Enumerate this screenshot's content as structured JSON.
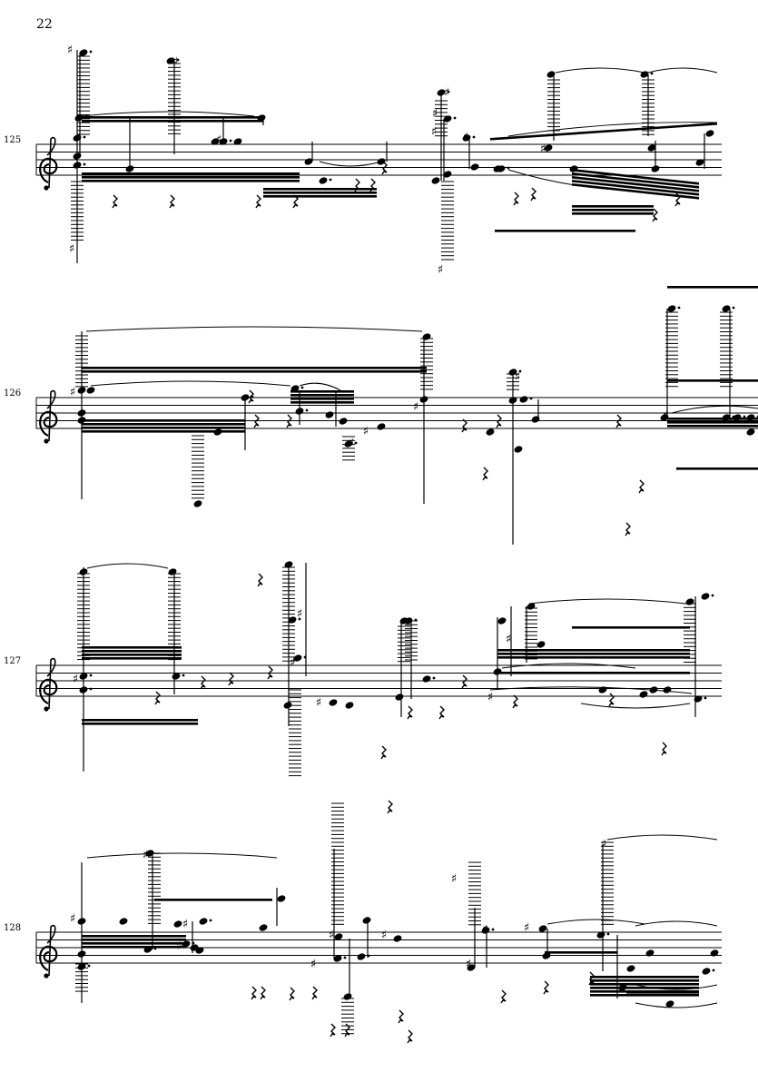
{
  "page": {
    "page_number": "22",
    "clef": "treble",
    "systems": [
      {
        "measure_number": "125"
      },
      {
        "measure_number": "126"
      },
      {
        "measure_number": "127"
      },
      {
        "measure_number": "128"
      }
    ]
  }
}
